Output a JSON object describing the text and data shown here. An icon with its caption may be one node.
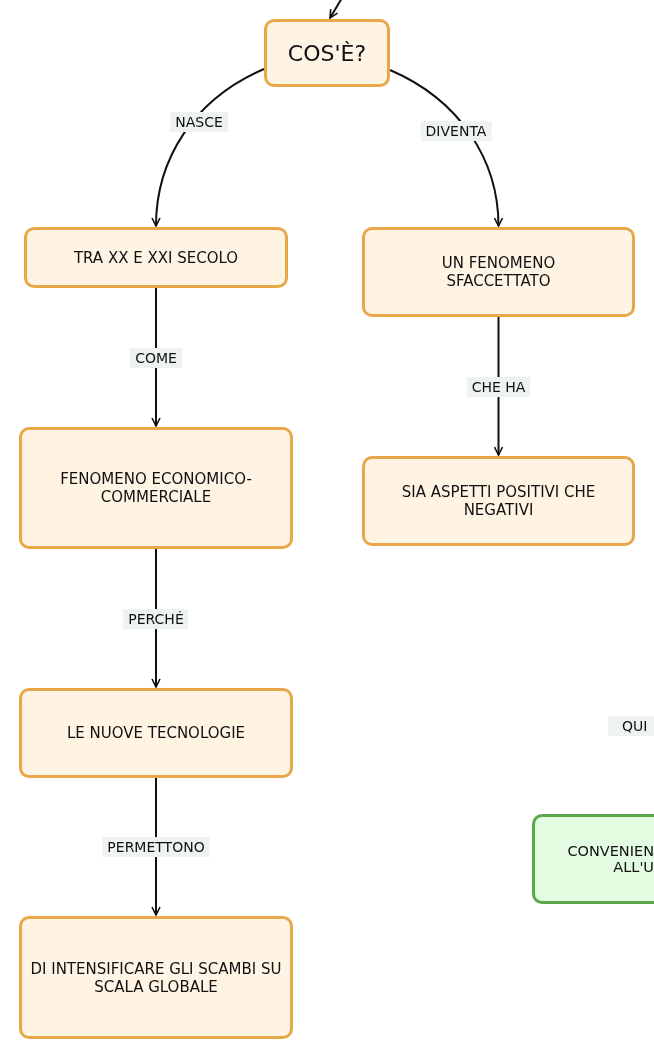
{
  "diagram": {
    "nodes": [
      {
        "text": [
          "COS'È?"
        ]
      },
      {
        "text": [
          "TRA XX E XXI SECOLO"
        ]
      },
      {
        "text": [
          "UN FENOMENO SFACCETTATO"
        ]
      },
      {
        "text": [
          "FENOMENO ECONOMICO-COMMERCIALE"
        ]
      },
      {
        "text": [
          "SIA ASPETTI POSITIVI CHE NEGATIVI"
        ]
      },
      {
        "text": [
          "LE NUOVE TECNOLOGIE"
        ]
      },
      {
        "text": [
          "DI INTENSIFICARE GLI SCAMBI SU SCALA GLOBALE"
        ]
      },
      {
        "text": [
          "CONVENIEN ALL'U"
        ]
      }
    ],
    "edges": [
      {
        "from": null,
        "to": 0,
        "arrow": "to"
      },
      {
        "from": 0,
        "to": 1,
        "arrow": "to",
        "label": "NASCE"
      },
      {
        "from": 0,
        "to": 2,
        "arrow": "to",
        "label": "DIVENTA"
      },
      {
        "from": 1,
        "to": 3,
        "arrow": "to",
        "label": "COME"
      },
      {
        "from": 2,
        "to": 4,
        "arrow": "to",
        "label": "CHE HA"
      },
      {
        "from": 3,
        "to": 5,
        "arrow": "to",
        "label": "PERCHÉ"
      },
      {
        "from": 5,
        "to": 6,
        "arrow": "to",
        "label": "PERMETTONO"
      }
    ],
    "labels": [
      "QUI"
    ]
  }
}
